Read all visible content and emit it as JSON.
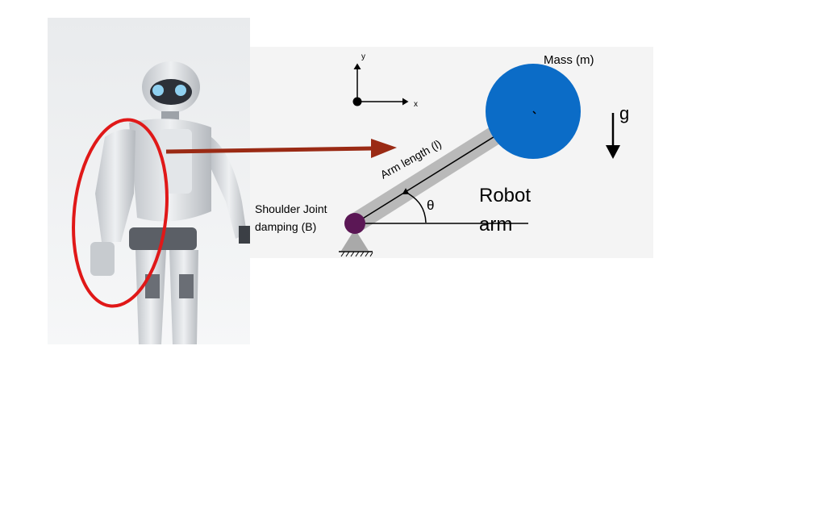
{
  "diagram": {
    "axes": {
      "y_label": "y",
      "x_label": "x"
    },
    "mass_label": "Mass (m)",
    "gravity_label": "g",
    "arm_label": "Arm length (l)",
    "angle_label": "θ",
    "robot_arm_label_line1": "Robot",
    "robot_arm_label_line2": "arm",
    "shoulder_label_line1": "Shoulder Joint",
    "shoulder_label_line2": "damping (B)"
  },
  "colors": {
    "mass": "#0b6cc7",
    "arm": "#b9b9b9",
    "joint": "#5b1755",
    "pointer_arrow": "#9a2a14",
    "highlight_ellipse": "#e01818",
    "robot_body": "#d9dcdf"
  },
  "icons": {
    "robot_photo": "humanoid-robot-illustration"
  }
}
